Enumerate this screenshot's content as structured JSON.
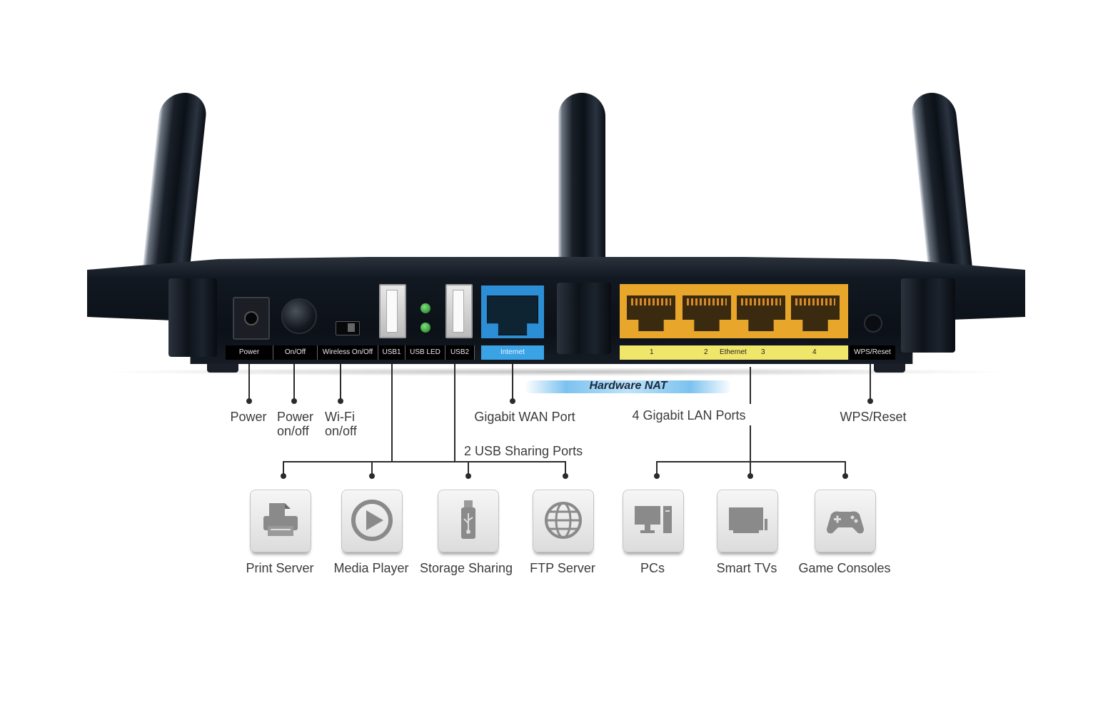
{
  "device_labels": {
    "power": "Power",
    "on_off": "On/Off",
    "wireless_on_off": "Wireless On/Off",
    "usb1": "USB1",
    "usb_led": "USB LED",
    "usb2": "USB2",
    "internet": "Internet",
    "lan_1": "1",
    "lan_2": "2",
    "ethernet": "Ethernet",
    "lan_3": "3",
    "lan_4": "4",
    "wps_reset": "WPS/Reset"
  },
  "badge": "Hardware NAT",
  "callouts": {
    "power": "Power",
    "power_switch_line1": "Power",
    "power_switch_line2": "on/off",
    "wifi_line1": "Wi-Fi",
    "wifi_line2": "on/off",
    "wan": "Gigabit WAN Port",
    "lan": "4 Gigabit LAN Ports",
    "wps": "WPS/Reset",
    "usb": "2 USB Sharing Ports"
  },
  "usb_features": [
    {
      "label": "Print Server",
      "icon": "printer-icon"
    },
    {
      "label": "Media Player",
      "icon": "play-icon"
    },
    {
      "label": "Storage Sharing",
      "icon": "usb-drive-icon"
    },
    {
      "label": "FTP Server",
      "icon": "globe-icon"
    }
  ],
  "lan_features": [
    {
      "label": "PCs",
      "icon": "desktop-pc-icon"
    },
    {
      "label": "Smart TVs",
      "icon": "tv-icon"
    },
    {
      "label": "Game Consoles",
      "icon": "gamepad-icon"
    }
  ],
  "colors": {
    "chassis": "#0c1118",
    "wan_port": "#2c8fd6",
    "lan_ports": "#e8a62a",
    "lan_strip": "#f0e66a",
    "nat_badge": "#7cc2ef"
  }
}
